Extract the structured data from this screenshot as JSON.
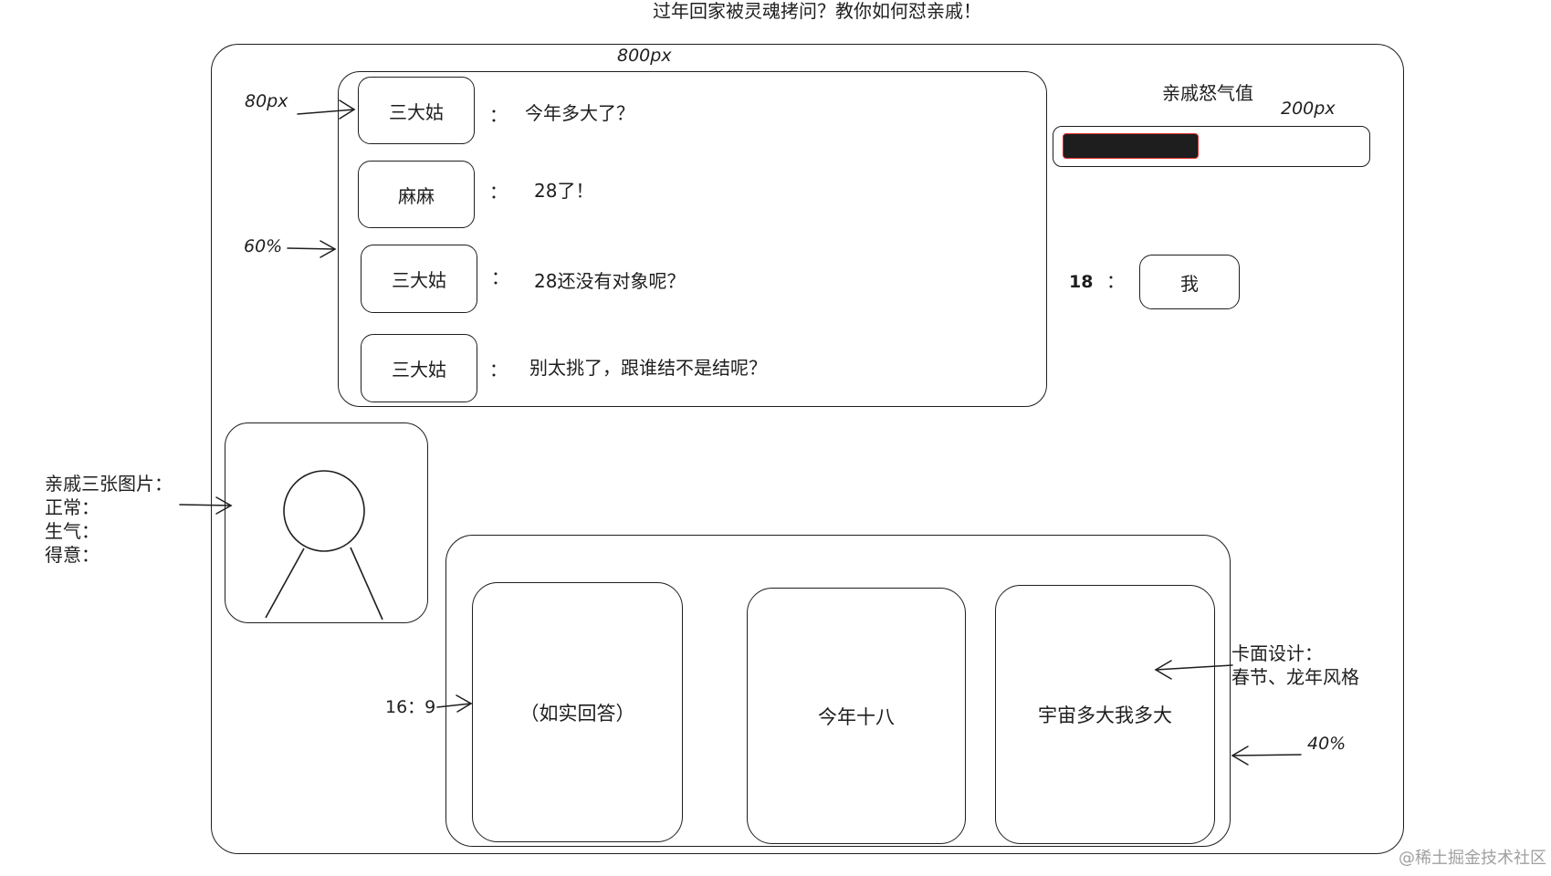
{
  "header": {
    "title": "过年回家被灵魂拷问？教你如何怼亲戚！"
  },
  "annotations": {
    "width_main": "800px",
    "height_row": "80px",
    "height_dialog": "60%",
    "width_bar": "200px",
    "card_ratio": "16：9",
    "height_cards": "40%",
    "card_design_line1": "卡面设计：",
    "card_design_line2": "春节、龙年风格",
    "images_title": "亲戚三张图片：",
    "images_normal": "正常：",
    "images_angry": "生气：",
    "images_smug": "得意："
  },
  "dialog": {
    "colon": "：",
    "rows": [
      {
        "speaker": "三大姑",
        "text": "今年多大了？"
      },
      {
        "speaker": "麻麻",
        "text": "28了！"
      },
      {
        "speaker": "三大姑",
        "text": "28还没有对象呢？"
      },
      {
        "speaker": "三大姑",
        "text": "别太挑了，跟谁结不是结呢？"
      }
    ]
  },
  "anger": {
    "label": "亲戚怒气值",
    "level": 0.46,
    "fill_color": "#1e1e1e",
    "fill_border_color": "#e03131"
  },
  "me": {
    "age": "18",
    "colon": "：",
    "label": "我"
  },
  "avatar": {
    "icon": "person-icon"
  },
  "cards": [
    {
      "text": "（如实回答）"
    },
    {
      "text": "今年十八"
    },
    {
      "text": "宇宙多大我多大"
    }
  ],
  "watermark": "@稀土掘金技术社区"
}
